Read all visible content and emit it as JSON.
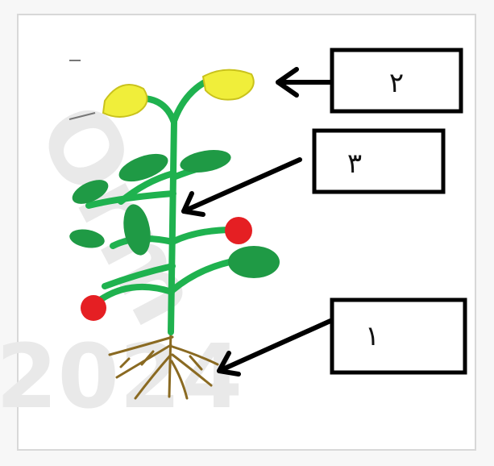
{
  "diagram": {
    "labels": [
      {
        "id": "roots",
        "text": "١"
      },
      {
        "id": "flowers",
        "text": "٢"
      },
      {
        "id": "stem",
        "text": "٣"
      }
    ]
  },
  "watermark": {
    "lines": [
      "Orm",
      "2024"
    ]
  },
  "colors": {
    "stem": "#1fb24f",
    "leaf": "#1f9a45",
    "flower": "#f0ee3a",
    "fruit": "#e51f23",
    "root": "#8a6a22",
    "box_border": "#000000",
    "arrow": "#000000"
  }
}
